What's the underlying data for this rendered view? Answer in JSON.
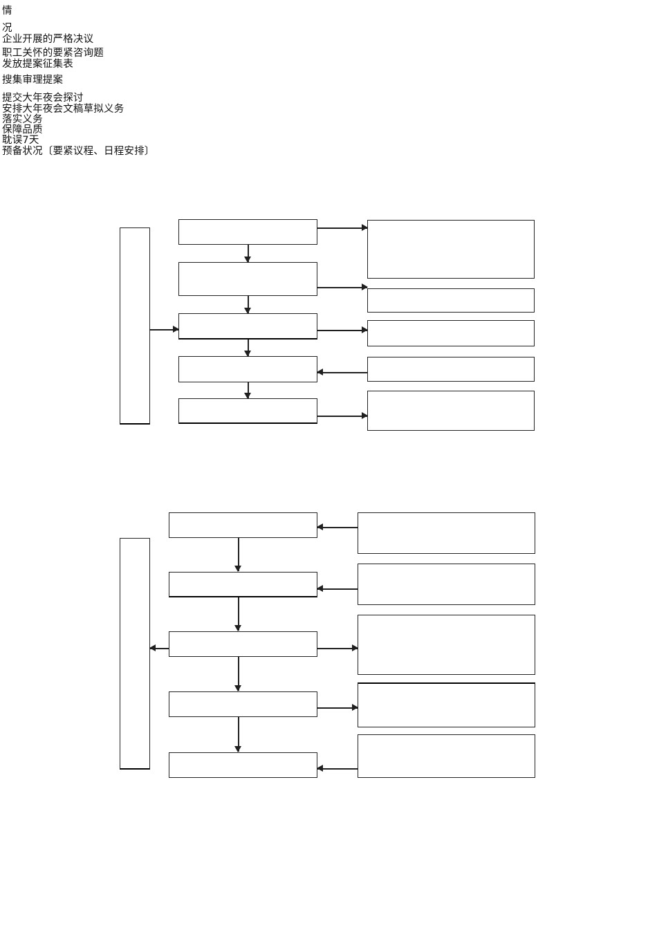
{
  "page": {
    "background_color": "#ffffff",
    "text_color": "#111111",
    "line_color": "#222222"
  },
  "document": {
    "lines": [
      "情",
      "况",
      "企业开展的严格决议",
      "职工关怀的要紧咨询题",
      "发放提案征集表",
      "搜集审理提案",
      "提交大年夜会探讨",
      "安排大年夜会文稿草拟义务",
      "落实义务",
      "保障品质",
      "耽误7天",
      "预备状况〔要紧议程、日程安排〕"
    ]
  },
  "flowchart_top": {
    "description": "flow diagram with one tall side bar on the left, five empty process boxes in the middle column and five empty annotation boxes in the right column; all boxes are blank",
    "box_count": 11,
    "arrow_count": 10
  },
  "flowchart_bottom": {
    "description": "flow diagram with one tall side bar on the left, five empty process boxes in the middle column and five empty annotation boxes in the right column; all boxes are blank",
    "box_count": 11,
    "arrow_count": 10
  }
}
